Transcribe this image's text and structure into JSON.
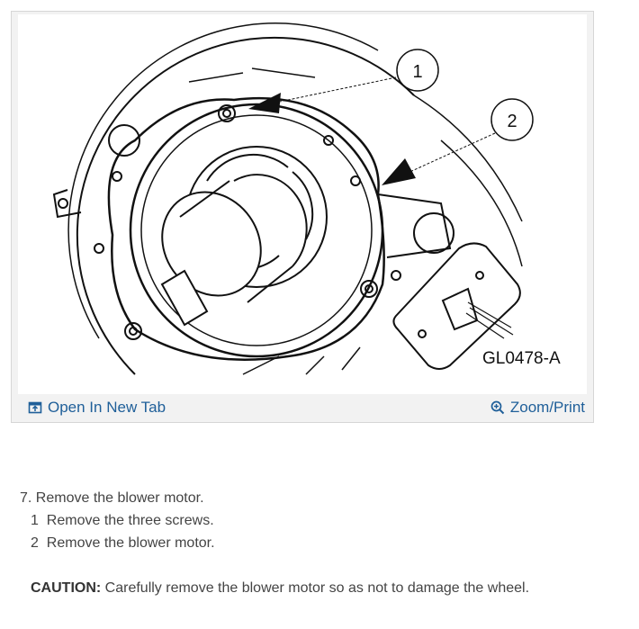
{
  "figure": {
    "callouts": [
      "1",
      "2"
    ],
    "figure_code": "GL0478-A",
    "open_new_tab_label": "Open In New Tab",
    "open_new_tab_icon": "open-in-new-tab-icon",
    "zoom_print_label": "Zoom/Print",
    "zoom_print_icon": "zoom-in-icon",
    "link_color": "#1f5f99"
  },
  "instructions": {
    "step_main": "7. Remove the blower motor.",
    "substeps": [
      {
        "num": "1",
        "text": "Remove the three screws."
      },
      {
        "num": "2",
        "text": "Remove the blower motor."
      }
    ]
  },
  "caution": {
    "label": "CAUTION:",
    "text": " Carefully remove the blower motor so as not to damage the wheel."
  }
}
